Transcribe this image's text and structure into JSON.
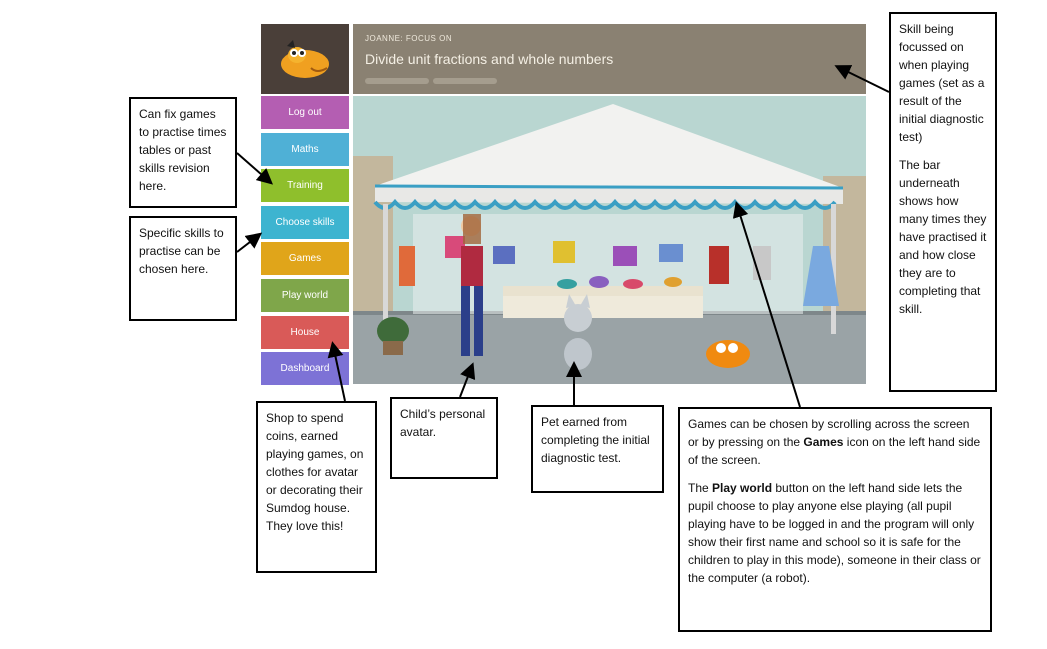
{
  "app": {
    "header": {
      "focus_label": "JOANNE: FOCUS ON",
      "skill": "Divide unit fractions and whole numbers"
    },
    "sidebar": [
      {
        "label": "Log out",
        "color": "#b45eb2"
      },
      {
        "label": "Maths",
        "color": "#4fb0d6"
      },
      {
        "label": "Training",
        "color": "#8fbf2c"
      },
      {
        "label": "Choose skills",
        "color": "#3db4d0"
      },
      {
        "label": "Games",
        "color": "#e0a51a"
      },
      {
        "label": "Play world",
        "color": "#7fa64a"
      },
      {
        "label": "House",
        "color": "#d95a58"
      },
      {
        "label": "Dashboard",
        "color": "#7d72d6"
      }
    ]
  },
  "callouts": {
    "training": "Can fix games to practise times tables or past skills revision here.",
    "choose_skills": "Specific skills to practise can be chosen here.",
    "skill_focus_1": "Skill being focussed on when playing games (set as a result of the initial diagnostic test)",
    "skill_focus_2": "The bar underneath shows how many times they have practised it and how close they are to completing that skill.",
    "house": "Shop to spend coins, earned playing games, on clothes for avatar or decorating their Sumdog house. They love this!",
    "avatar": "Child’s personal avatar.",
    "pet": "Pet earned from completing the initial diagnostic test.",
    "games_1_a": "Games can be chosen by scrolling across the screen or by pressing on the ",
    "games_1_b": "Games",
    "games_1_c": " icon on the left hand side of the screen.",
    "games_2_a": "The ",
    "games_2_b": "Play world",
    "games_2_c": " button on the left hand side lets the pupil choose to play anyone else playing (all pupil playing have to be logged in and the program will only show their first name and school so it is safe for the children to play in this mode), someone in their class or the computer (a robot)."
  }
}
